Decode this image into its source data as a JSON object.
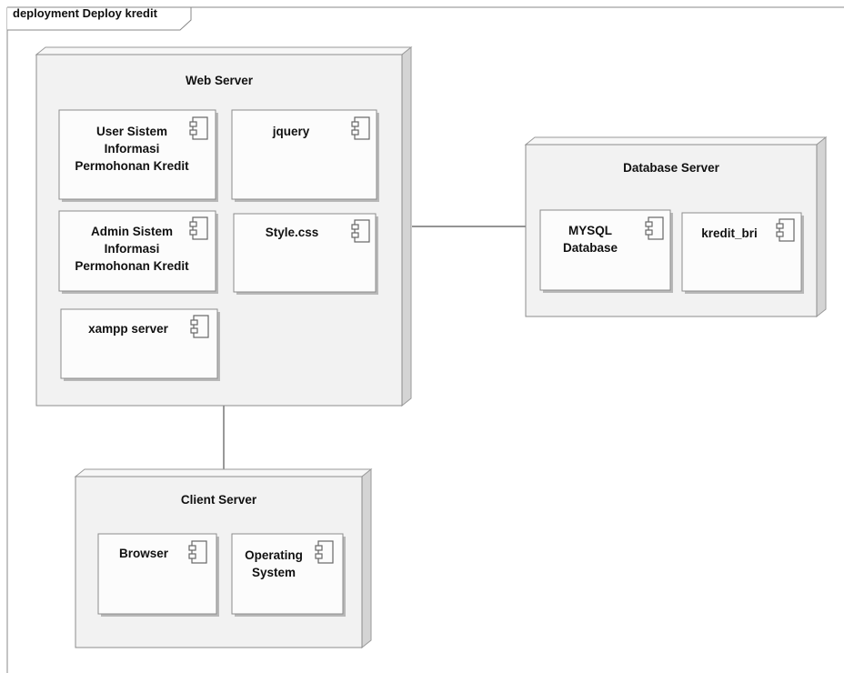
{
  "frame": {
    "title": "deployment Deploy kredit"
  },
  "nodes": {
    "web_server": {
      "name": "Web Server",
      "components": {
        "user_sistem": "User Sistem\nInformasi\nPermohonan Kredit",
        "jquery": "jquery",
        "admin_sistem": "Admin Sistem\nInformasi\nPermohonan Kredit",
        "style_css": "Style.css",
        "xampp_server": "xampp server"
      }
    },
    "database_server": {
      "name": "Database Server",
      "components": {
        "mysql_database": "MYSQL\nDatabase",
        "kredit_bri": "kredit_bri"
      }
    },
    "client_server": {
      "name": "Client Server",
      "components": {
        "browser": "Browser",
        "operating_system": "Operating\nSystem"
      }
    }
  },
  "connections": [
    {
      "from": "Web Server",
      "to": "Database Server"
    },
    {
      "from": "Web Server",
      "to": "Client Server"
    }
  ],
  "icons": {
    "component": "component-icon"
  },
  "colors": {
    "node_fill": "#f2f2f2",
    "node_depth": "#d6d6d6",
    "component_fill": "#fcfcfc",
    "stroke": "#8c8c8c"
  }
}
